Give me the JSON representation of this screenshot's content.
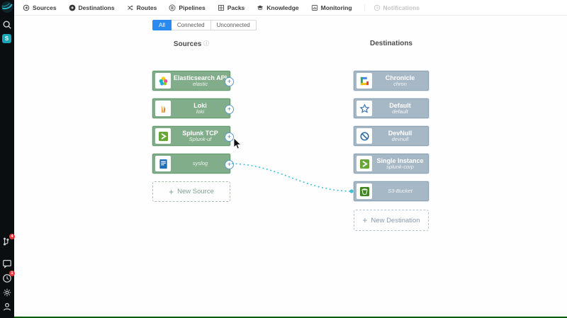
{
  "nav": {
    "items": [
      {
        "label": "Sources",
        "icon": "sources-nav-icon",
        "disabled": false
      },
      {
        "label": "Destinations",
        "icon": "destinations-nav-icon",
        "disabled": false
      },
      {
        "label": "Routes",
        "icon": "routes-nav-icon",
        "disabled": false
      },
      {
        "label": "Pipelines",
        "icon": "pipelines-nav-icon",
        "disabled": false
      },
      {
        "label": "Packs",
        "icon": "packs-nav-icon",
        "disabled": false
      },
      {
        "label": "Knowledge",
        "icon": "knowledge-nav-icon",
        "disabled": false
      },
      {
        "label": "Monitoring",
        "icon": "monitoring-nav-icon",
        "disabled": false
      },
      {
        "label": "Notifications",
        "icon": "notifications-nav-icon",
        "disabled": true
      }
    ]
  },
  "sidebar": {
    "workspace_badge": "S",
    "icons": [
      {
        "name": "search-icon",
        "badge": ""
      },
      {
        "name": "git-branch-icon",
        "badge": "4"
      },
      {
        "name": "chat-icon",
        "badge": ""
      },
      {
        "name": "help-icon",
        "badge": "1"
      },
      {
        "name": "gear-icon",
        "badge": ""
      },
      {
        "name": "user-icon",
        "badge": ""
      }
    ]
  },
  "filters": {
    "options": [
      "All",
      "Connected",
      "Unconnected"
    ],
    "active": "All"
  },
  "sources": {
    "title": "Sources",
    "cards": [
      {
        "title": "Elasticsearch API",
        "subtitle": "elastic",
        "icon": "elasticsearch-icon"
      },
      {
        "title": "Loki",
        "subtitle": "loki",
        "icon": "loki-icon"
      },
      {
        "title": "Splunk TCP",
        "subtitle": "Splunk-uf",
        "icon": "splunk-icon"
      },
      {
        "title": "",
        "subtitle": "syslog",
        "icon": "syslog-icon"
      }
    ],
    "new_button": "New Source"
  },
  "destinations": {
    "title": "Destinations",
    "cards": [
      {
        "title": "Chronicle",
        "subtitle": "chron",
        "icon": "chronicle-icon"
      },
      {
        "title": "Default",
        "subtitle": "default",
        "icon": "star-icon"
      },
      {
        "title": "DevNull",
        "subtitle": "devnull",
        "icon": "devnull-icon"
      },
      {
        "title": "Single Instance",
        "subtitle": "splunk-corp",
        "icon": "splunk-icon"
      },
      {
        "title": "",
        "subtitle": "S3-Bucket",
        "icon": "s3-icon"
      }
    ],
    "new_button": "New Destination"
  },
  "connections": [
    {
      "from": "syslog",
      "to": "S3-Bucket"
    }
  ],
  "colors": {
    "accent_blue": "#2b8af0",
    "source_card_green": "#82ad8a",
    "destination_card_gray": "#a6b7c5",
    "connection_cyan": "#3ec1d6",
    "sidebar_black": "#0b0e10",
    "badge_red": "#e23b3b",
    "workspace_teal": "#17a7b7",
    "bottom_bar_green": "#0b5a0b"
  }
}
